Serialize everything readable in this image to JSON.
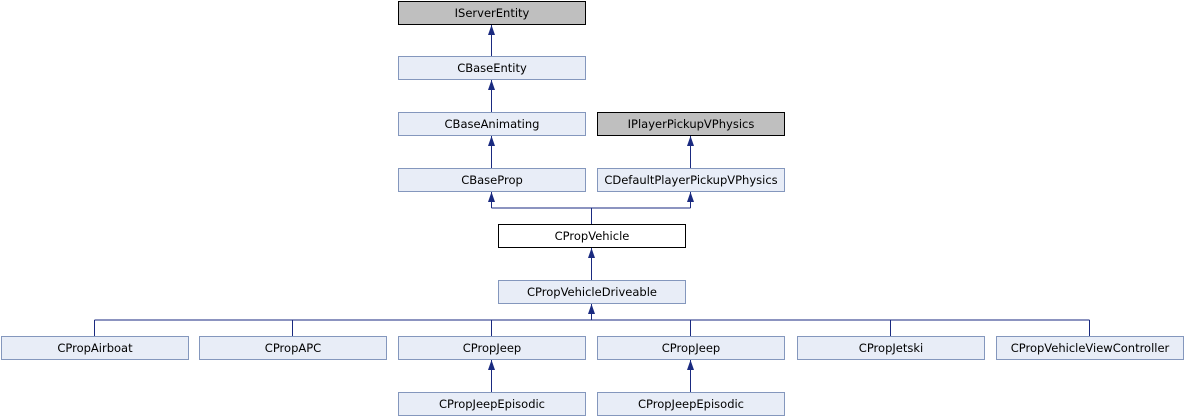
{
  "diagram": {
    "nodes": [
      {
        "id": "iserverentity",
        "label": "IServerEntity",
        "kind": "external"
      },
      {
        "id": "cbaseentity",
        "label": "CBaseEntity",
        "kind": "normal"
      },
      {
        "id": "cbaseanimating",
        "label": "CBaseAnimating",
        "kind": "normal"
      },
      {
        "id": "iplayerpickupvphysics",
        "label": "IPlayerPickupVPhysics",
        "kind": "external"
      },
      {
        "id": "cbaseprop",
        "label": "CBaseProp",
        "kind": "normal"
      },
      {
        "id": "cdefaultplayerpickupvphysics",
        "label": "CDefaultPlayerPickupVPhysics",
        "kind": "normal"
      },
      {
        "id": "cpropvehicle",
        "label": "CPropVehicle",
        "kind": "current"
      },
      {
        "id": "cpropvehicledriveable",
        "label": "CPropVehicleDriveable",
        "kind": "normal"
      },
      {
        "id": "cpropairboat",
        "label": "CPropAirboat",
        "kind": "normal"
      },
      {
        "id": "cpropapc",
        "label": "CPropAPC",
        "kind": "normal"
      },
      {
        "id": "cpropjeep-1",
        "label": "CPropJeep",
        "kind": "normal"
      },
      {
        "id": "cpropjeep-2",
        "label": "CPropJeep",
        "kind": "normal"
      },
      {
        "id": "cpropjetski",
        "label": "CPropJetski",
        "kind": "normal"
      },
      {
        "id": "cpropvehicleviewcontroller",
        "label": "CPropVehicleViewController",
        "kind": "normal"
      },
      {
        "id": "cpropjeepepisodic-1",
        "label": "CPropJeepEpisodic",
        "kind": "normal"
      },
      {
        "id": "cpropjeepepisodic-2",
        "label": "CPropJeepEpisodic",
        "kind": "normal"
      }
    ],
    "edges": [
      {
        "from": "cbaseentity",
        "to": "iserverentity"
      },
      {
        "from": "cbaseanimating",
        "to": "cbaseentity"
      },
      {
        "from": "cbaseprop",
        "to": "cbaseanimating"
      },
      {
        "from": "cdefaultplayerpickupvphysics",
        "to": "iplayerpickupvphysics"
      },
      {
        "from": "cpropvehicle",
        "to": "cbaseprop"
      },
      {
        "from": "cpropvehicle",
        "to": "cdefaultplayerpickupvphysics"
      },
      {
        "from": "cpropvehicledriveable",
        "to": "cpropvehicle"
      },
      {
        "from": "cpropairboat",
        "to": "cpropvehicledriveable"
      },
      {
        "from": "cpropapc",
        "to": "cpropvehicledriveable"
      },
      {
        "from": "cpropjeep-1",
        "to": "cpropvehicledriveable"
      },
      {
        "from": "cpropjeep-2",
        "to": "cpropvehicledriveable"
      },
      {
        "from": "cpropjetski",
        "to": "cpropvehicledriveable"
      },
      {
        "from": "cpropvehicleviewcontroller",
        "to": "cpropvehicledriveable"
      },
      {
        "from": "cpropjeepepisodic-1",
        "to": "cpropjeep-1"
      },
      {
        "from": "cpropjeepepisodic-2",
        "to": "cpropjeep-2"
      }
    ]
  }
}
